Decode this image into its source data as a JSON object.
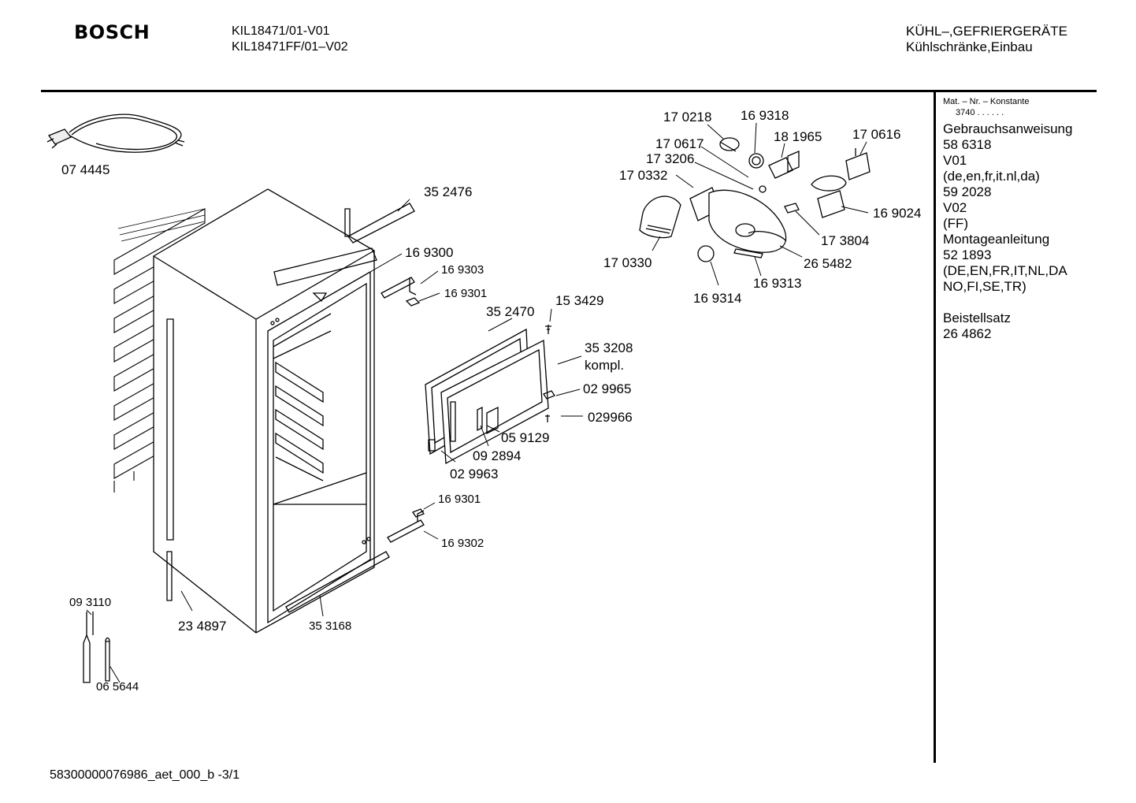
{
  "header": {
    "brand": "BOSCH",
    "model_line_1": "KIL18471/01-V01",
    "model_line_2": "KIL18471FF/01–V02",
    "category_line_1": "KÜHL–,GEFRIERGERÄTE",
    "category_line_2": "Kühlschränke,Einbau"
  },
  "sidebar": {
    "mat_header": "Mat. – Nr. – Konstante",
    "konstante": "3740  .  .  .  .  .  .",
    "lines": [
      "Gebrauchsanweisung",
      "58 6318",
      "V01",
      "(de,en,fr,it.nl,da)",
      "59 2028",
      "V02",
      "(FF)",
      "Montageanleitung",
      "52 1893",
      "(DE,EN,FR,IT,NL,DA",
      "NO,FI,SE,TR)",
      "",
      "Beistellsatz",
      "26 4862"
    ]
  },
  "parts": {
    "p074445": "07 4445",
    "p352476": "35 2476",
    "p169300": "16 9300",
    "p169303": "16 9303",
    "p169301a": "16 9301",
    "p153429": "15 3429",
    "p352470": "35 2470",
    "p353208": "35 3208",
    "kompl": "kompl.",
    "p029965": "02 9965",
    "p029966": "029966",
    "p059129": "05 9129",
    "p092894": "09 2894",
    "p029963": "02 9963",
    "p169301b": "16 9301",
    "p169302": "16 9302",
    "p093110": "09 3110",
    "p234897": "23 4897",
    "p353168": "35 3168",
    "p065644": "06 5644",
    "p170218": "17 0218",
    "p169318": "16 9318",
    "p181965": "18 1965",
    "p170616": "17 0616",
    "p170617": "17 0617",
    "p173206": "17 3206",
    "p170332": "17 0332",
    "p169024": "16 9024",
    "p173804": "17 3804",
    "p170330": "17 0330",
    "p265482": "26 5482",
    "p169313": "16 9313",
    "p169314": "16 9314"
  },
  "footer": {
    "doc_id": "58300000076986_aet_000_b  -3/1"
  }
}
